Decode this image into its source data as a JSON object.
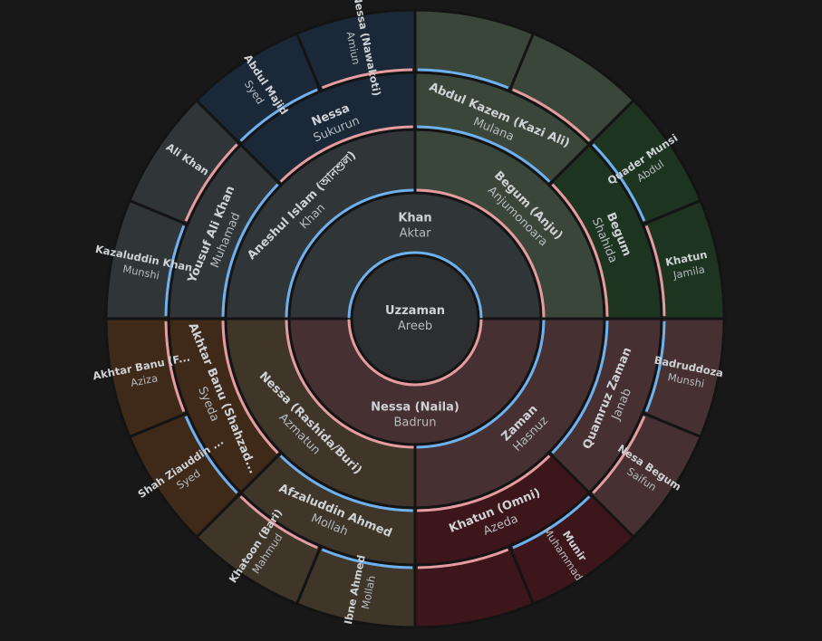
{
  "title": "",
  "colors": {
    "background": "#181818",
    "root": "#2d2e30",
    "paternal_father_side": "#303538",
    "paternal_mother_side": "#3b463a",
    "paternal_mother_outer": "#1d3420",
    "maternal_father_side": "#3f3529",
    "maternal_father_outer": "#3f2a1a",
    "maternal_mother_side": "#463032",
    "maternal_mother_outer": "#3d161b",
    "blue_ring": "#6fb1ee",
    "pink_ring": "#e59ca0"
  },
  "root": {
    "last": "Uzzaman",
    "first": "Areeb"
  },
  "generation1": [
    {
      "last": "Khan",
      "first": "Aktar"
    },
    {
      "last": "Nessa (Naila)",
      "first": "Badrun"
    }
  ],
  "generation2": [
    {
      "last": "Aneshul Islam (আনশুল)",
      "first": "Khan"
    },
    {
      "last": "Begum (Anju)",
      "first": "Anjumonoara"
    },
    {
      "last": "Zaman",
      "first": "Hasnuz"
    },
    {
      "last": "Nessa (Rashida/Buri)",
      "first": "Azmatun"
    }
  ],
  "generation3": [
    {
      "last": "Yousuf Ali Khan",
      "first": "Muhamad"
    },
    {
      "last": "Nessa",
      "first": "Sukurun"
    },
    {
      "last": "Abdul Kazem (Kazi Ali)",
      "first": "Mulana"
    },
    {
      "last": "Begum",
      "first": "Shahida"
    },
    {
      "last": "Quamruz Zaman",
      "first": "Janab"
    },
    {
      "last": "Khatun (Omni)",
      "first": "Azeda"
    },
    {
      "last": "Afzaluddin Ahmed",
      "first": "Mollah"
    },
    {
      "last": "Akhtar Banu (Shahzad...",
      "first": "Syeda"
    }
  ],
  "generation4": [
    {
      "last": "Kazaluddin Khan",
      "first": "Munshi"
    },
    {
      "last": "Ali Khan",
      "first": ""
    },
    {
      "last": "Abdul Majid",
      "first": "Syed"
    },
    {
      "last": "Nessa (Nawakoti)",
      "first": "Amiun"
    },
    {
      "last": "",
      "first": ""
    },
    {
      "last": "",
      "first": ""
    },
    {
      "last": "Quader Munsi",
      "first": "Abdul"
    },
    {
      "last": "Khatun",
      "first": "Jamila"
    },
    {
      "last": "Badruddoza",
      "first": "Munshi"
    },
    {
      "last": "Nesa Begum",
      "first": "Saifun"
    },
    {
      "last": "Munir",
      "first": "Muhammad"
    },
    {
      "last": "",
      "first": ""
    },
    {
      "last": "Ibne Ahmed",
      "first": "Mollah"
    },
    {
      "last": "Khatoon (Bari)",
      "first": "Mahmud"
    },
    {
      "last": "Shah Ziauddin ...",
      "first": "Syed"
    },
    {
      "last": "Akhtar Banu (F...",
      "first": "Aziza"
    }
  ]
}
